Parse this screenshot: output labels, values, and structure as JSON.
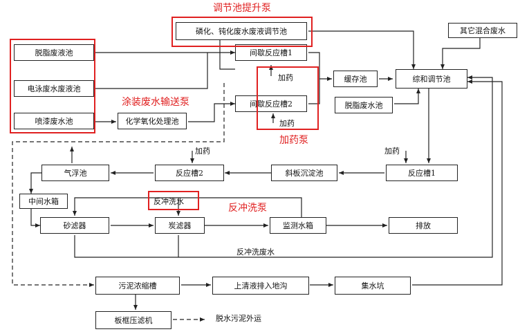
{
  "nodes": {
    "phosphate_passivation_tank": "磷化、钝化废水废液调节池",
    "other_mixed_wastewater": "其它混合废水",
    "degreasing_waste_tank": "脱脂废液池",
    "reaction_tank_intermittent_1": "间歇反应槽1",
    "electrophoresis_tank": "电泳废水废液池",
    "reaction_tank_intermittent_2": "间歇反应槽2",
    "buffer_tank": "缓存池",
    "neutralization_tank": "综和调节池",
    "spray_paint_tank": "喷漆废水池",
    "chemical_oxidation_tank": "化学氧化处理池",
    "degreasing_wastewater_tank": "脱脂废水池",
    "air_flotation_tank": "气浮池",
    "reaction_tank_2": "反应槽2",
    "inclined_settling_tank": "斜板沉淀池",
    "reaction_tank_1": "反应槽1",
    "intermediate_tank": "中间水箱",
    "sand_filter": "砂滤器",
    "carbon_filter": "炭滤器",
    "monitor_tank": "监测水箱",
    "discharge": "排放",
    "sludge_thickener": "污泥浓缩槽",
    "supernatant_drain": "上清液排入地沟",
    "sump": "集水坑",
    "plate_frame_press": "板框压滤机"
  },
  "labels": {
    "dosing_upper": "加药",
    "dosing_lower": "加药",
    "dosing_reaction2": "加药",
    "dosing_reaction1": "加药",
    "backwash_water": "反冲洗水",
    "backwash_wastewater": "反冲洗废水",
    "dewatered_sludge": "脱水污泥外运"
  },
  "annotations": {
    "regulating_pump": "调节池提升泵",
    "coating_transfer_pump": "涂装废水输送泵",
    "dosing_pump": "加药泵",
    "backwash_pump": "反冲洗泵"
  },
  "colors": {
    "annotation_red": "#e02020",
    "line": "#222222"
  }
}
